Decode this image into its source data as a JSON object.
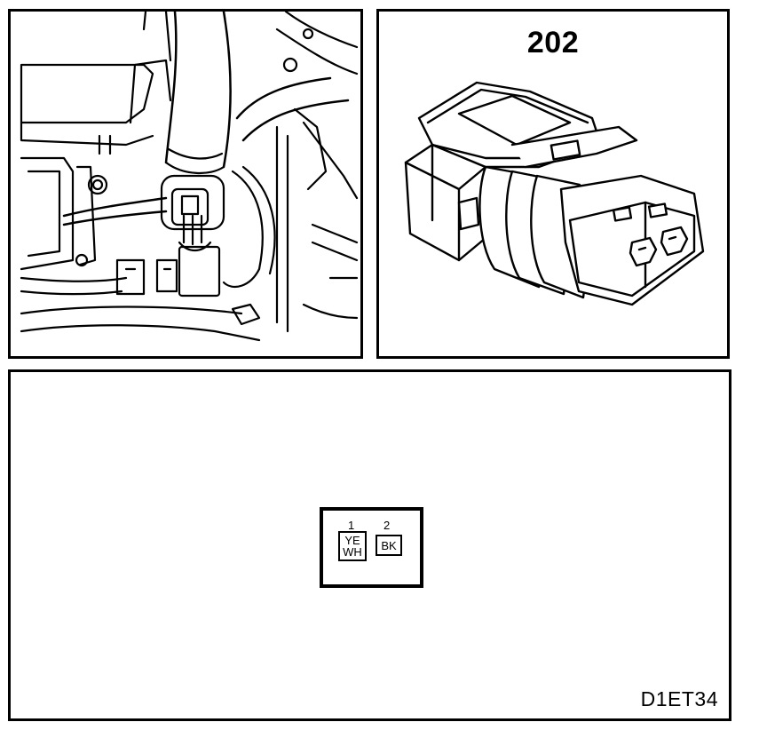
{
  "connector": {
    "number": "202"
  },
  "pinout": {
    "pins": [
      {
        "number": "1",
        "wire_color_line1": "YE",
        "wire_color_line2": "WH"
      },
      {
        "number": "2",
        "wire_color_line1": "BK",
        "wire_color_line2": ""
      }
    ]
  },
  "figure_code": "D1ET34",
  "colors": {
    "line": "#000000",
    "background": "#ffffff"
  }
}
